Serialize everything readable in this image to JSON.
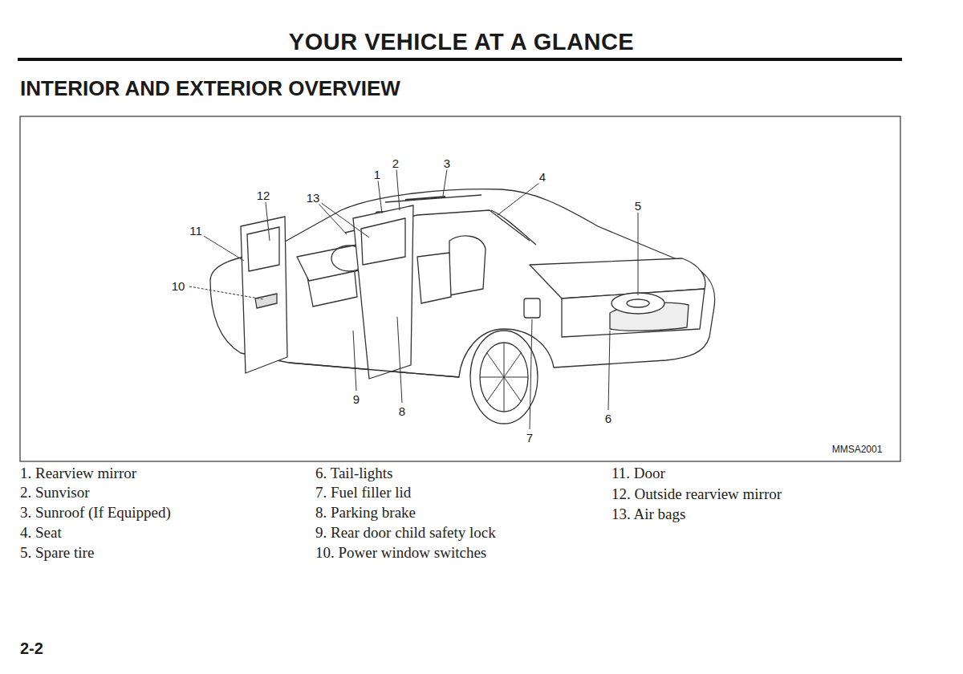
{
  "diagram": {
    "title": "INTERIOR AND EXTERIOR OVERVIEW",
    "labels": [
      "YOUR VEHICLE AT A GLANCE",
      "1",
      "2",
      "3",
      "4",
      "5",
      "6",
      "7",
      "8",
      "9",
      "10",
      "11",
      "12",
      "13",
      "MMSA2001",
      "1. Rearview mirror",
      "2. Sunvisor",
      "3. Sunroof (If Equipped)",
      "4. Seat",
      "5. Spare tire",
      "6. Tail-lights",
      "7. Fuel filler lid",
      "8. Parking brake",
      "9. Rear door child safety lock",
      "10. Power window switches",
      "11. Door",
      "12. Outside rearview mirror",
      "13. Air bags",
      "2-2"
    ]
  }
}
